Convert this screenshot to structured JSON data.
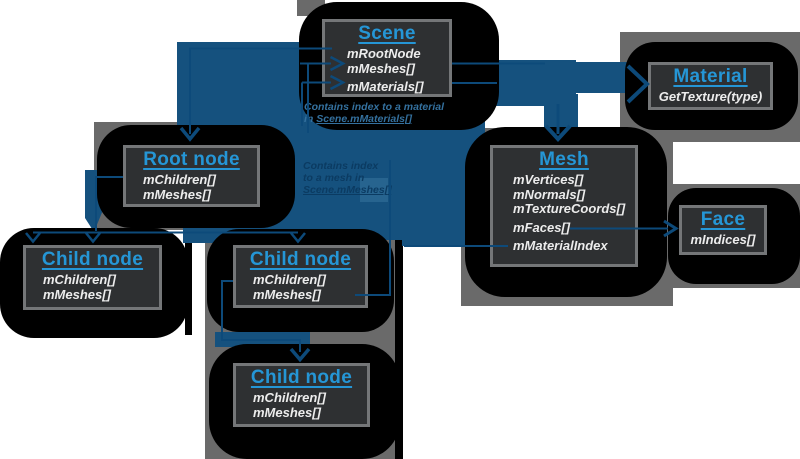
{
  "boxes": {
    "scene": {
      "title": "Scene",
      "fields": [
        "mRootNode",
        "mMeshes[]",
        "mMaterials[]"
      ]
    },
    "material": {
      "title": "Material",
      "fields": [
        "GetTexture(type)"
      ]
    },
    "mesh": {
      "title": "Mesh",
      "fields": [
        "mVertices[]",
        "mNormals[]",
        "mTextureCoords[]",
        "mFaces[]",
        "mMaterialIndex"
      ]
    },
    "face": {
      "title": "Face",
      "fields": [
        "mIndices[]"
      ]
    },
    "root": {
      "title": "Root node",
      "fields": [
        "mChildren[]",
        "mMeshes[]"
      ]
    },
    "child1": {
      "title": "Child node",
      "fields": [
        "mChildren[]",
        "mMeshes[]"
      ]
    },
    "child2": {
      "title": "Child node",
      "fields": [
        "mChildren[]",
        "mMeshes[]"
      ]
    },
    "child3": {
      "title": "Child node",
      "fields": [
        "mChildren[]",
        "mMeshes[]"
      ]
    }
  },
  "annotations": {
    "material_note": {
      "line1": "Contains index to a material",
      "line2_prefix": "in ",
      "line2_link": "Scene.mMaterials[]"
    },
    "mesh_note": {
      "line1": "Contains index",
      "line2": "to a mesh in",
      "line3_link": "Scene.mMeshes[]"
    }
  },
  "colors": {
    "title_accent": "#2596d6",
    "box_fill": "#2e3032",
    "box_border": "#747678",
    "field_text": "#ececec",
    "connector_blue": "#0d4a7a",
    "glow_blue": "#15517e",
    "glow_black": "#000000",
    "shadow_gray": "#6a6a6a",
    "note_light": "#34719f",
    "note_dark": "#0b3b62"
  }
}
